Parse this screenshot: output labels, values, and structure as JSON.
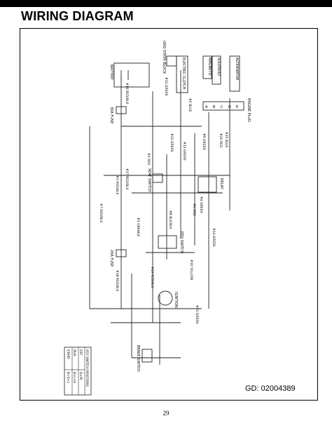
{
  "page": {
    "title": "WIRING DIAGRAM",
    "code": "GD: 02004389",
    "page_number": "29"
  },
  "diagram": {
    "components": {
      "battery": "BATTERY",
      "grd_starter_block": "GRD STRTR BLOCK",
      "electric_clutch": "ELECTRIC CLUTCH",
      "magneto": "MAGNETO",
      "solenoid": "SOLENOID",
      "alternator": "ALTERNATOR",
      "engine_plug": "ENGINE PLUG",
      "fuse_30a": "30A FUSE",
      "fuse_20a": "20A FUSE",
      "relay": "RELAY",
      "seat_switch": "SEAT SWITCH",
      "pto_switch": "PTO SWITCH",
      "ignition_switch": "IGNITION",
      "brake_switch": "BRAKE SWITCH"
    },
    "wire_labels": [
      "#1 ORANGE",
      "#2 RED",
      "#3 RED/BLK",
      "#4 GREEN",
      "#5 BLUE",
      "#6 RED",
      "#7 RED/BLK",
      "#8 BLK/WH",
      "#9 GREEN",
      "#10 YELLOW",
      "#11 GREEN",
      "#12 GREEN",
      "#13 GREEN",
      "#14 GREEN",
      "#15 BLUE",
      "#16 RED/BLK",
      "#17 RED/BLK",
      "#18 RED/BLK",
      "#19 RED/BLK",
      "#20 RED",
      "#21 GREEN"
    ],
    "engine_plug_pins": [
      "A",
      "B",
      "C",
      "D",
      "E"
    ]
  },
  "key_table": {
    "header": "KEY SWITCH POSITIONS",
    "rows": [
      {
        "position": "OFF",
        "circuit": "G+M"
      },
      {
        "position": "RUN",
        "circuit": "B+L+A"
      },
      {
        "position": "START",
        "circuit": "B+S+L"
      }
    ]
  }
}
